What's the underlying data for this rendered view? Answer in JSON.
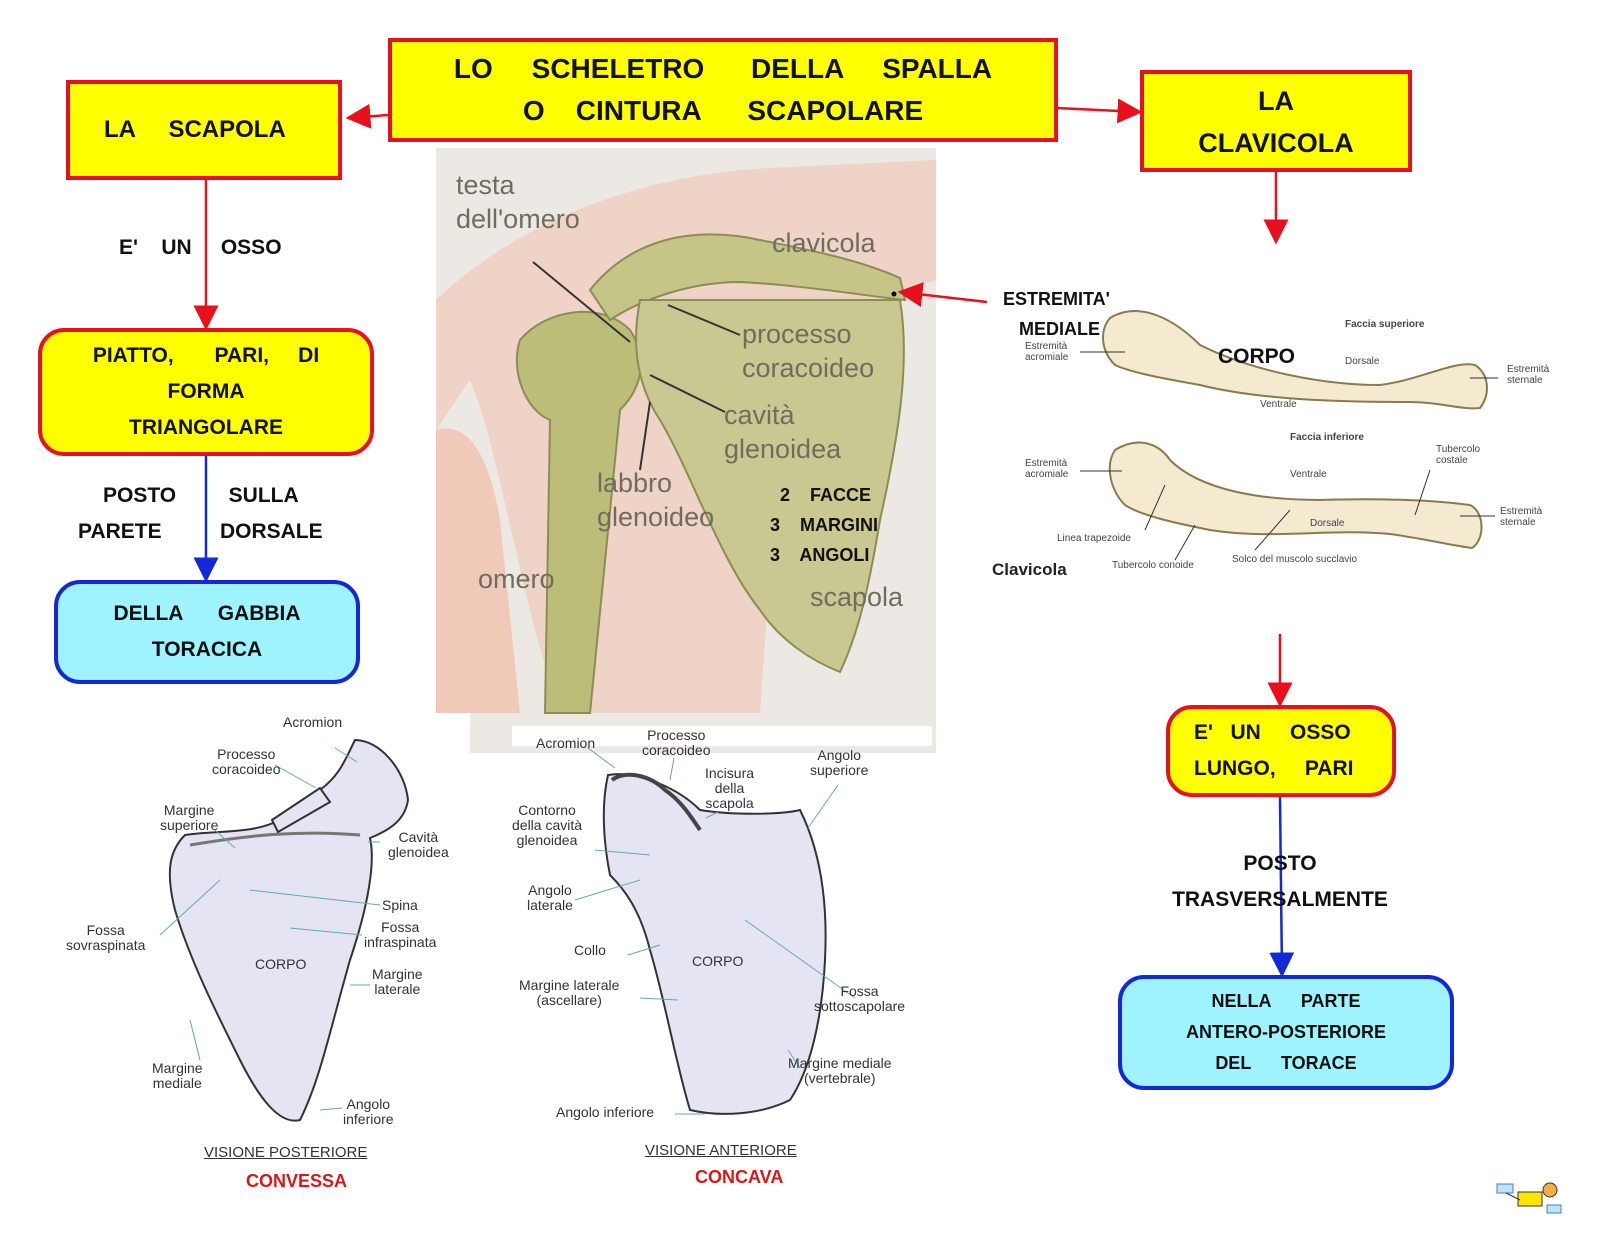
{
  "title": {
    "line1": "LO     SCHELETRO      DELLA     SPALLA",
    "line2": "O    CINTURA      SCAPOLARE"
  },
  "scapola": {
    "box": "LA     SCAPOLA",
    "link1": "E'    UN     OSSO",
    "desc": [
      "PIATTO,       PARI,     DI",
      "FORMA",
      "TRIANGOLARE"
    ],
    "link2": [
      "POSTO         SULLA",
      "PARETE          DORSALE"
    ],
    "target": [
      "DELLA      GABBIA",
      "TORACICA"
    ]
  },
  "clavicola": {
    "box": [
      "LA",
      "CLAVICOLA"
    ],
    "estremita": [
      "ESTREMITA'",
      "MEDIALE"
    ],
    "desc": [
      "E'   UN     OSSO",
      "LUNGO,     PARI"
    ],
    "link": [
      "POSTO",
      "TRASVERSALMENTE"
    ],
    "target": [
      "NELLA      PARTE",
      "ANTERO-POSTERIORE",
      "DEL      TORACE"
    ]
  },
  "shoulder_image": {
    "labels": {
      "testa": [
        "testa",
        "dell'omero"
      ],
      "clavicola": "clavicola",
      "processo": [
        "processo",
        "coracoideo"
      ],
      "cavita": [
        "cavità",
        "glenoidea"
      ],
      "labbro": [
        "labbro",
        "glenoideo"
      ],
      "omero": "omero",
      "scapola": "scapola"
    },
    "facts": [
      "2    FACCE",
      "3    MARGINI",
      "3    ANGOLI"
    ]
  },
  "clavicle_image": {
    "corpo": "CORPO",
    "title": "Clavicola",
    "labels": {
      "estremita_acromiale_1": [
        "Estremità",
        "acromiale"
      ],
      "faccia_superiore": "Faccia superiore",
      "dorsale_1": "Dorsale",
      "estremita_sternale_1": [
        "Estremità",
        "sternale"
      ],
      "ventrale_1": "Ventrale",
      "faccia_inferiore": "Faccia inferiore",
      "tubercolo_costale": [
        "Tubercolo",
        "costale"
      ],
      "estremita_acromiale_2": [
        "Estremità",
        "acromiale"
      ],
      "ventrale_2": "Ventrale",
      "estremita_sternale_2": [
        "Estremità",
        "sternale"
      ],
      "dorsale_2": "Dorsale",
      "linea_trapezoide": "Linea trapezoide",
      "tubercolo_conoide": "Tubercolo conoide",
      "solco": "Solco del muscolo succlavio"
    }
  },
  "posterior_view": {
    "acromion": "Acromion",
    "processo": [
      "Processo",
      "coracoideo"
    ],
    "margine_sup": [
      "Margine",
      "superiore"
    ],
    "cavita": [
      "Cavità",
      "glenoidea"
    ],
    "spina": "Spina",
    "fossa_sovra": [
      "Fossa",
      "sovraspinata"
    ],
    "fossa_infra": [
      "Fossa",
      "infraspinata"
    ],
    "corpo": "CORPO",
    "margine_lat": [
      "Margine",
      "laterale"
    ],
    "margine_med": [
      "Margine",
      "mediale"
    ],
    "angolo_inf": [
      "Angolo",
      "inferiore"
    ],
    "caption": "VISIONE POSTERIORE",
    "type": "CONVESSA"
  },
  "anterior_view": {
    "acromion": "Acromion",
    "processo": [
      "Processo",
      "coracoideo"
    ],
    "incisura": [
      "Incisura",
      "della",
      "scapola"
    ],
    "angolo_sup": [
      "Angolo",
      "superiore"
    ],
    "contorno": [
      "Contorno",
      "della cavità",
      "glenoidea"
    ],
    "angolo_lat": [
      "Angolo",
      "laterale"
    ],
    "collo": "Collo",
    "corpo": "CORPO",
    "fossa_sotto": [
      "Fossa",
      "sottoscapolare"
    ],
    "margine_lat": [
      "Margine laterale",
      "(ascellare)"
    ],
    "margine_med": [
      "Margine mediale",
      "(vertebrale)"
    ],
    "angolo_inf": "Angolo inferiore",
    "caption": "VISIONE ANTERIORE",
    "type": "CONCAVA"
  },
  "colors": {
    "yellow": "#ffff00",
    "red": "#e8101c",
    "cyan": "#9ff3ff",
    "blue": "#1428d8",
    "caption_red": "#d81818"
  }
}
